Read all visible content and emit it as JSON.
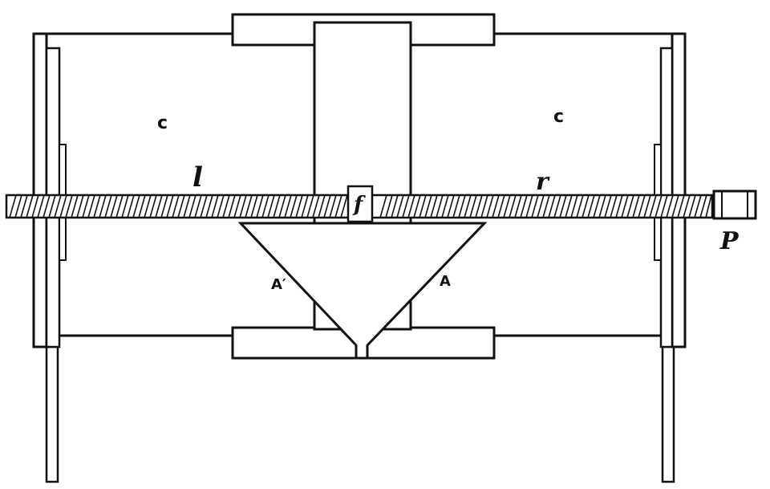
{
  "diagram": {
    "labels": {
      "c_left": "c",
      "c_right": "c",
      "l": "l",
      "r": "r",
      "f": "f",
      "A_left": "A′",
      "A_right": "A",
      "P": "P"
    },
    "colors": {
      "ink": "#111111",
      "paper": "#ffffff"
    }
  }
}
